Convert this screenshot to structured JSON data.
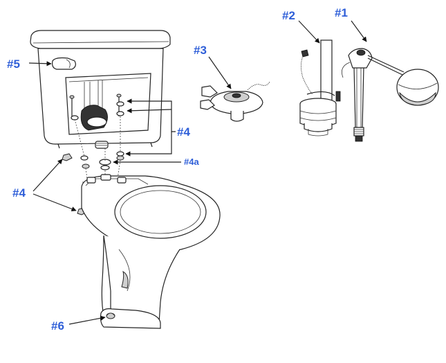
{
  "labels": {
    "part1": "#1",
    "part2": "#2",
    "part3": "#3",
    "part4_upper": "#4",
    "part4a": "#4a",
    "part4_lower": "#4",
    "part5": "#5",
    "part6": "#6"
  },
  "colors": {
    "label": "#2f5fd8",
    "line": "#222222",
    "background": "#ffffff"
  }
}
